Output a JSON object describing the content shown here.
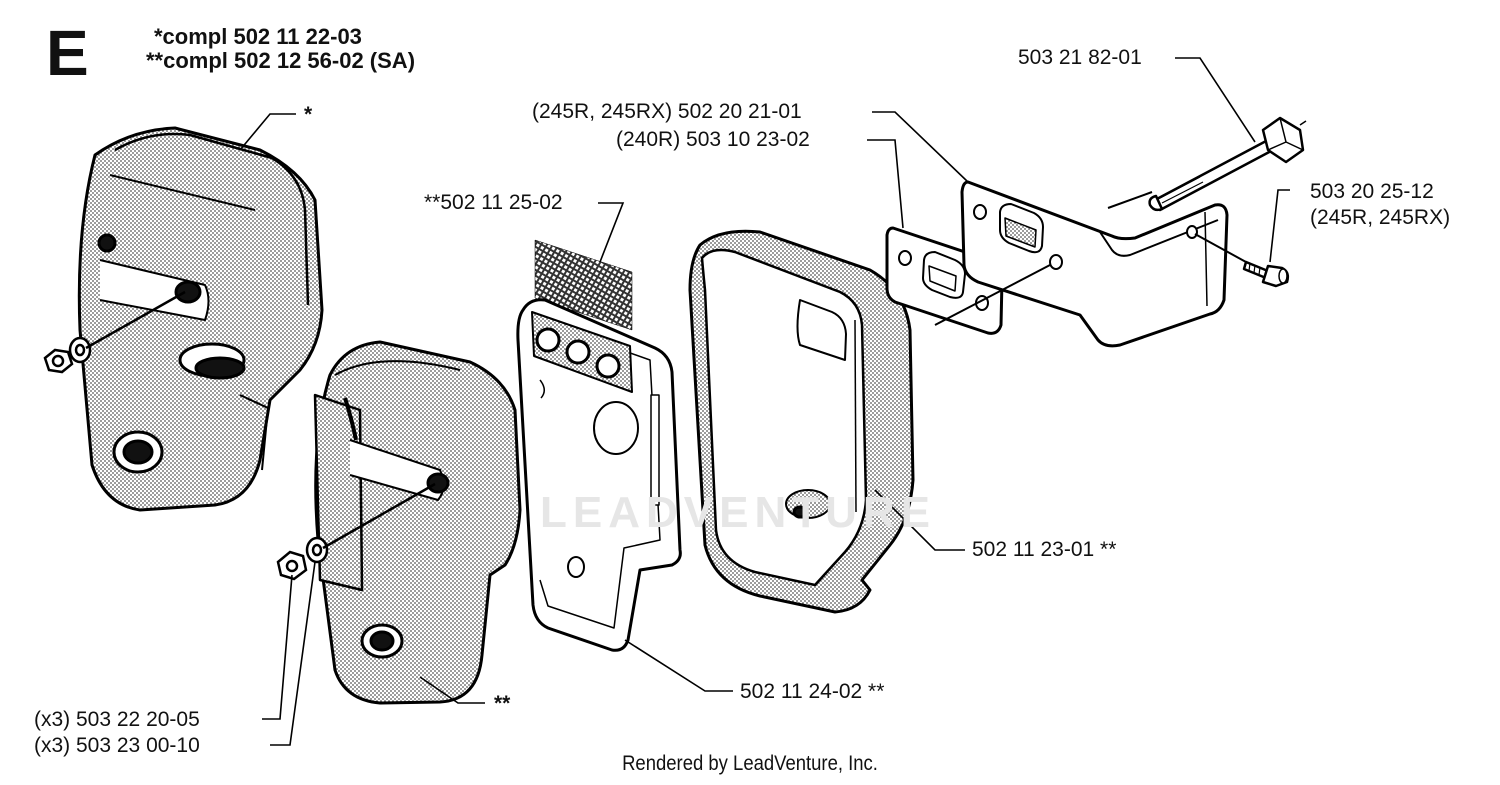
{
  "diagram": {
    "section_letter": "E",
    "assemblies": [
      "*compl 502 11 22-03",
      "**compl 502 12 56-02 (SA)"
    ],
    "callouts": {
      "bolt": "503 21 82-01",
      "gasket_245": "(245R, 245RX) 502 20 21-01",
      "gasket_240": "(240R) 503 10 23-02",
      "screen": "**502 11 25-02",
      "screw_line1": "503 20 25-12",
      "screw_line2": "(245R, 245RX)",
      "muffler_body": "502 11 23-01 **",
      "plate": "502 11 24-02 **",
      "nut": "(x3) 503 22 20-05",
      "washer": "(x3) 503 23 00-10",
      "muffler_cover_star": "*",
      "muffler_cover_dstar": "**"
    },
    "watermark": "LEADVENTURE",
    "credit": "Rendered by LeadVenture, Inc."
  }
}
